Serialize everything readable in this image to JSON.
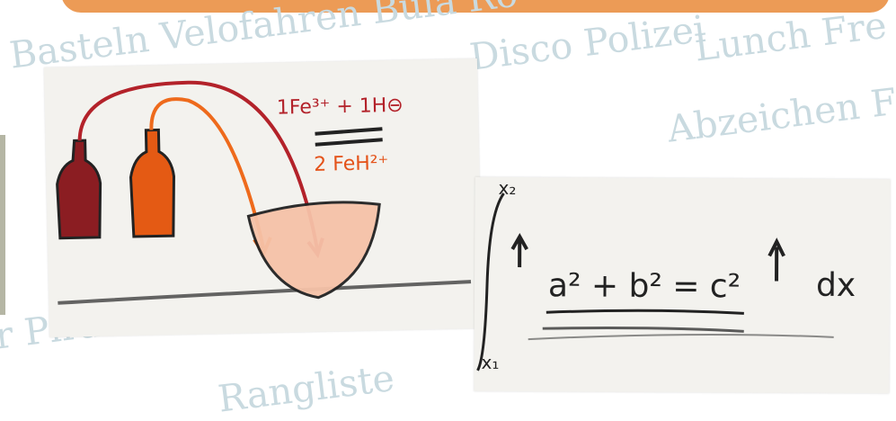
{
  "watermark": {
    "line1": "Basteln Velofahren Bula Ro",
    "line2": "Lunch Fre",
    "line3": "Abzeichen F",
    "line4": "Disco Polizei",
    "line5": "r Piraten",
    "line6": "Rangliste"
  },
  "sketch_left": {
    "equation_top": "1Fe³⁺ + 1H⊖",
    "equation_bottom": "2 FeH²⁺"
  },
  "sketch_right": {
    "upper_limit": "x₂",
    "lower_limit": "x₁",
    "integrand": "a² + b² = c²",
    "differential": "dx"
  },
  "colors": {
    "accent_bar": "#ec9b56",
    "watermark": "#c9dae0",
    "paper": "#f3f2ee",
    "red_ink": "#b3222a",
    "orange_ink": "#ee6a1c"
  }
}
